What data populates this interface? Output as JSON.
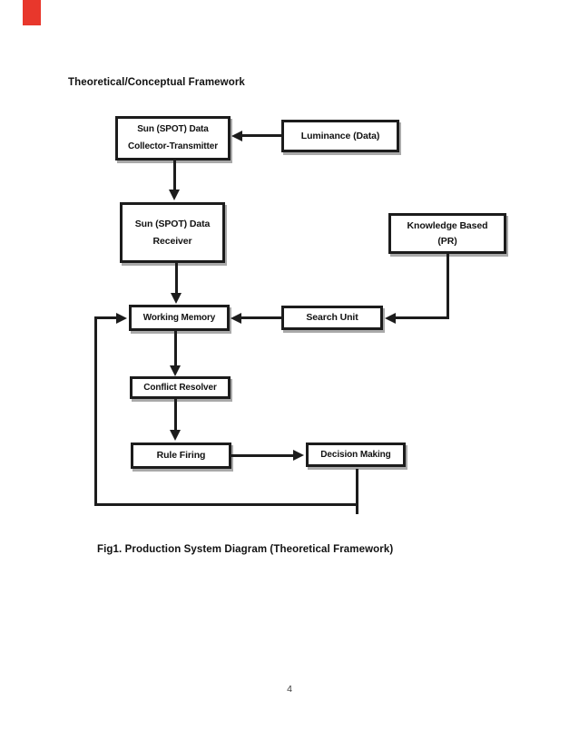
{
  "page": {
    "title": "Theoretical/Conceptual Framework",
    "caption": "Fig1. Production System Diagram (Theoretical Framework)",
    "page_number": "4",
    "colors": {
      "paper": "#ffffff",
      "ink": "#1c1c1c",
      "box_shadow": "#a9a9a9",
      "marker_red": "#e8372c"
    }
  },
  "diagram": {
    "nodes": {
      "collector_transmitter": {
        "line1": "Sun (SPOT) Data",
        "line2": "Collector-Transmitter"
      },
      "luminance": {
        "line1": "Luminance (Data)"
      },
      "receiver": {
        "line1": "Sun (SPOT) Data",
        "line2": "Receiver"
      },
      "knowledge_based": {
        "line1": "Knowledge Based",
        "line2": "(PR)"
      },
      "working_memory": {
        "line1": "Working Memory"
      },
      "search_unit": {
        "line1": "Search Unit"
      },
      "conflict_resolver": {
        "line1": "Conflict Resolver"
      },
      "rule_firing": {
        "line1": "Rule Firing"
      },
      "decision_making": {
        "line1": "Decision Making"
      }
    },
    "edges": [
      {
        "from": "luminance",
        "to": "collector_transmitter"
      },
      {
        "from": "collector_transmitter",
        "to": "receiver"
      },
      {
        "from": "receiver",
        "to": "working_memory"
      },
      {
        "from": "knowledge_based",
        "to": "search_unit"
      },
      {
        "from": "search_unit",
        "to": "working_memory"
      },
      {
        "from": "working_memory",
        "to": "conflict_resolver"
      },
      {
        "from": "conflict_resolver",
        "to": "rule_firing"
      },
      {
        "from": "rule_firing",
        "to": "decision_making"
      },
      {
        "from": "decision_making",
        "to": "working_memory",
        "note": "feedback loop"
      }
    ]
  }
}
